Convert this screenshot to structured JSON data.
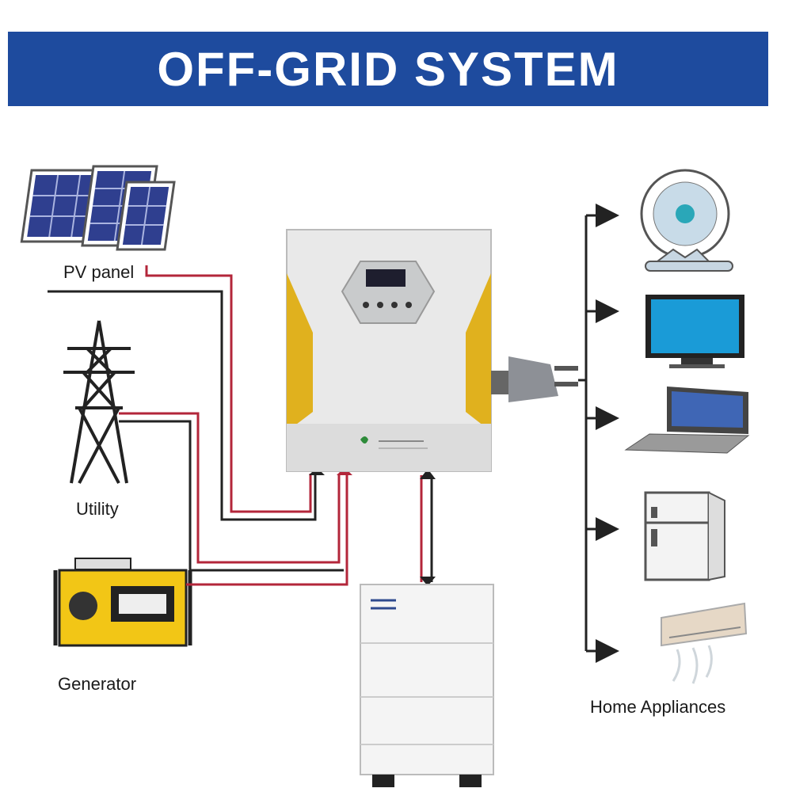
{
  "title": "OFF-GRID SYSTEM",
  "nodes": {
    "pv_panel": "PV panel",
    "utility": "Utility",
    "generator": "Generator",
    "home_appliances": "Home Appliances"
  },
  "colors": {
    "banner": "#1e4b9e",
    "wire_black": "#222222",
    "wire_red": "#b3263a",
    "inverter_accent": "#e0b11e"
  },
  "icons": [
    "solar-panel-icon",
    "transmission-tower-icon",
    "generator-icon",
    "inverter-icon",
    "plug-icon",
    "battery-icon",
    "fan-icon",
    "tv-icon",
    "laptop-icon",
    "fridge-icon",
    "air-conditioner-icon"
  ]
}
